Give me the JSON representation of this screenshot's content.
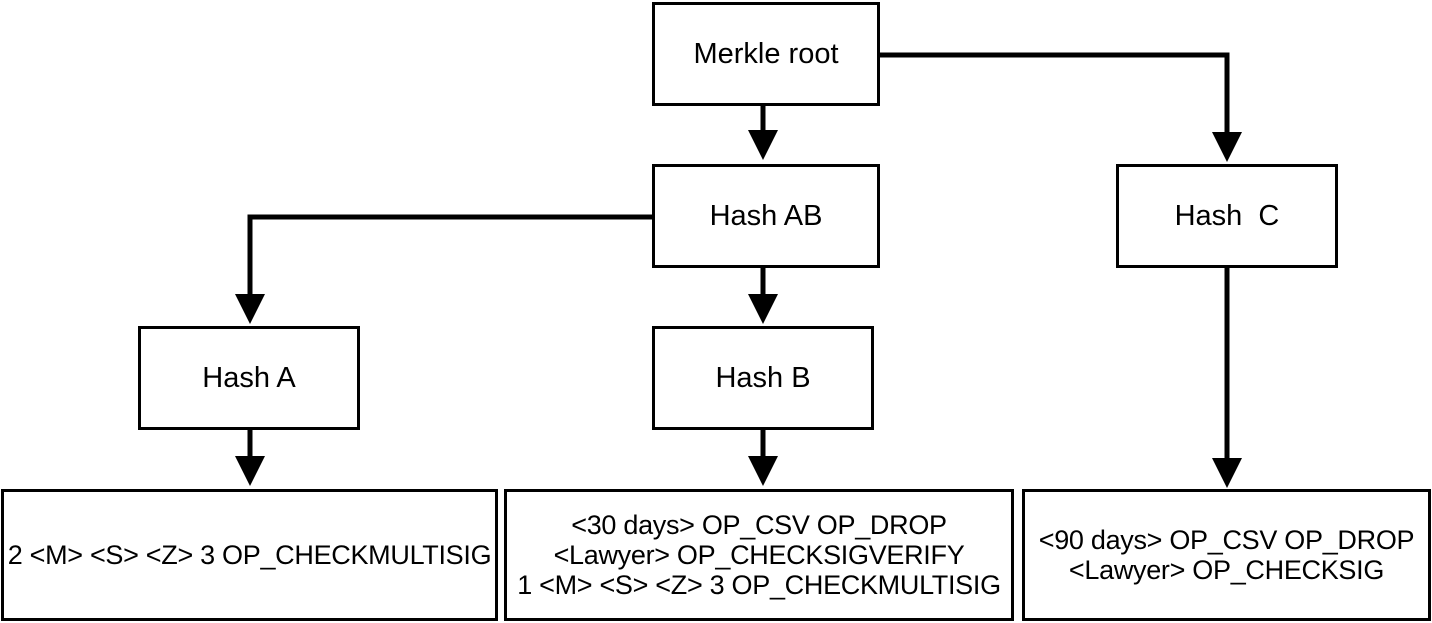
{
  "diagram": {
    "nodes": {
      "root": "Merkle root",
      "hash_ab": "Hash AB",
      "hash_c": "Hash  C",
      "hash_a": "Hash A",
      "hash_b": "Hash B"
    },
    "leaves": {
      "a": [
        "2 <M> <S> <Z> 3 OP_CHECKMULTISIG"
      ],
      "b": [
        "<30 days> OP_CSV OP_DROP",
        "<Lawyer> OP_CHECKSIGVERIFY",
        "1 <M> <S> <Z> 3 OP_CHECKMULTISIG"
      ],
      "c": [
        "<90 days> OP_CSV OP_DROP",
        "<Lawyer> OP_CHECKSIG"
      ]
    },
    "edges": [
      {
        "from": "root",
        "to": "hash_ab"
      },
      {
        "from": "root",
        "to": "hash_c"
      },
      {
        "from": "hash_ab",
        "to": "hash_a"
      },
      {
        "from": "hash_ab",
        "to": "hash_b"
      },
      {
        "from": "hash_a",
        "to": "leaf_a"
      },
      {
        "from": "hash_b",
        "to": "leaf_b"
      },
      {
        "from": "hash_c",
        "to": "leaf_c"
      }
    ],
    "colors": {
      "stroke": "#000000",
      "background": "#ffffff"
    }
  }
}
